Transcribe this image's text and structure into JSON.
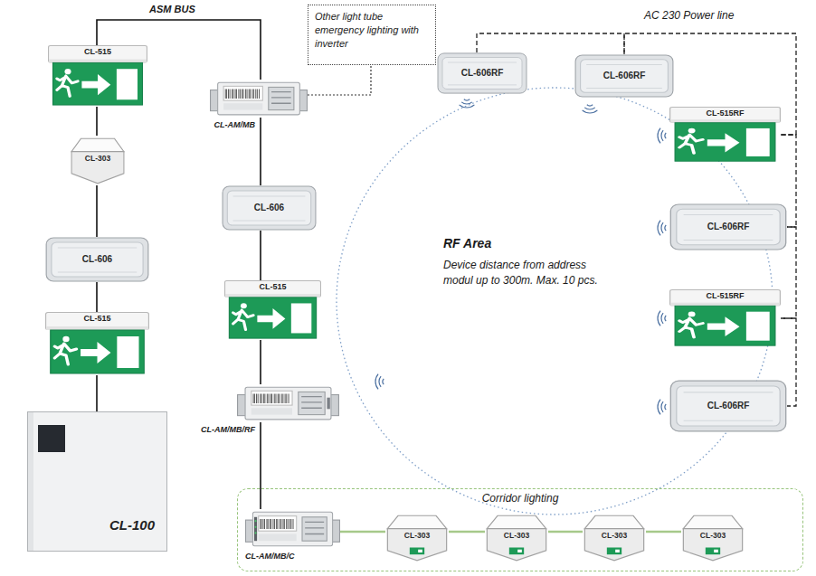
{
  "diagram": {
    "nodes": [
      {
        "text": [
          "CL-515"
        ]
      },
      {
        "text": [
          "CL-303"
        ]
      },
      {
        "text": [
          "CL-606"
        ]
      },
      {
        "text": [
          "CL-515"
        ]
      },
      {
        "text": [
          "CL-100"
        ]
      },
      {
        "text": [
          "CL-AM/MB"
        ]
      },
      {
        "text": [
          "Other light tube emergency lighting with inverter"
        ]
      },
      {
        "text": [
          "CL-606"
        ]
      },
      {
        "text": [
          "CL-515"
        ]
      },
      {
        "text": [
          "CL-AM/MB/RF"
        ]
      },
      {
        "text": [
          "RF Area",
          "Device distance from address modul up to 300m. Max. 10 pcs."
        ]
      },
      {
        "text": [
          "CL-606RF"
        ]
      },
      {
        "text": [
          "CL-606RF"
        ]
      },
      {
        "text": [
          "CL-515RF"
        ]
      },
      {
        "text": [
          "CL-606RF"
        ]
      },
      {
        "text": [
          "CL-515RF"
        ]
      },
      {
        "text": [
          "CL-606RF"
        ]
      },
      {
        "text": [
          "Corridor lighting"
        ]
      },
      {
        "text": [
          "CL-AM/MB/C"
        ],
        "in": 17
      },
      {
        "text": [
          "CL-303"
        ],
        "in": 17
      },
      {
        "text": [
          "CL-303"
        ],
        "in": 17
      },
      {
        "text": [
          "CL-303"
        ],
        "in": 17
      },
      {
        "text": [
          "CL-303"
        ],
        "in": 17
      }
    ],
    "edges": [
      {
        "from": 4,
        "to": 3,
        "arrow": "none"
      },
      {
        "from": 3,
        "to": 2,
        "arrow": "none"
      },
      {
        "from": 2,
        "to": 1,
        "arrow": "none"
      },
      {
        "from": 1,
        "to": 0,
        "arrow": "none"
      },
      {
        "from": 0,
        "to": 5,
        "arrow": "none"
      },
      {
        "from": 5,
        "to": 6,
        "arrow": "none"
      },
      {
        "from": 5,
        "to": 7,
        "arrow": "none"
      },
      {
        "from": 7,
        "to": 8,
        "arrow": "none"
      },
      {
        "from": 8,
        "to": 9,
        "arrow": "none"
      },
      {
        "from": 9,
        "to": 18,
        "arrow": "none"
      },
      {
        "from": 18,
        "to": 19,
        "arrow": "none"
      },
      {
        "from": 19,
        "to": 20,
        "arrow": "none"
      },
      {
        "from": 20,
        "to": 21,
        "arrow": "none"
      },
      {
        "from": 21,
        "to": 22,
        "arrow": "none"
      },
      {
        "from": 11,
        "to": 12,
        "arrow": "none"
      },
      {
        "from": 12,
        "to": 13,
        "arrow": "none"
      },
      {
        "from": 13,
        "to": 14,
        "arrow": "none"
      },
      {
        "from": 14,
        "to": 15,
        "arrow": "none"
      },
      {
        "from": 15,
        "to": 16,
        "arrow": "none"
      }
    ],
    "labels": [
      "ASM BUS",
      "AC 230 Power line"
    ]
  }
}
